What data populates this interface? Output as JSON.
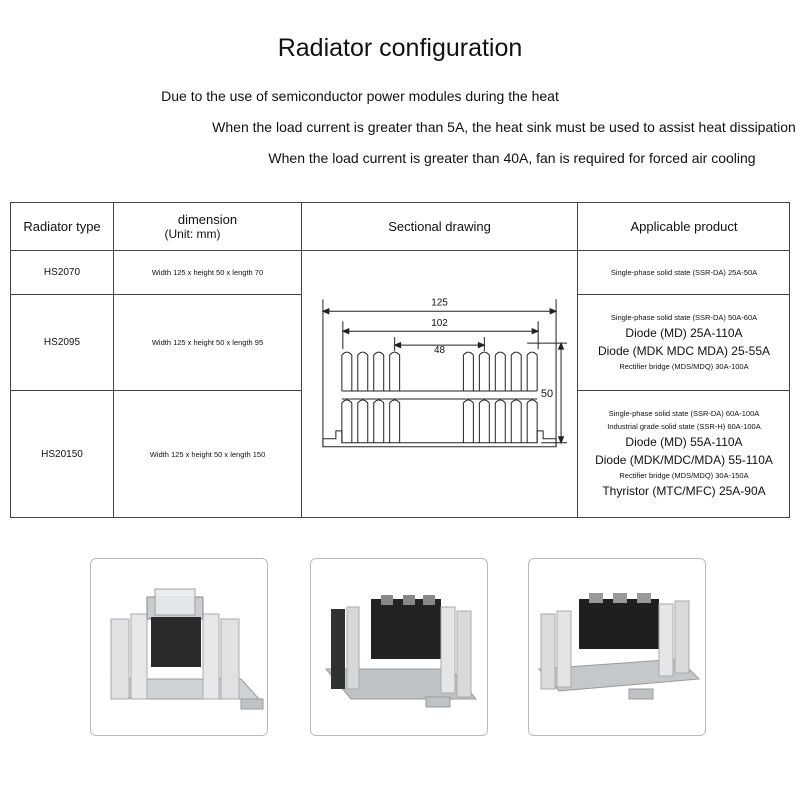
{
  "header": {
    "title": "Radiator configuration",
    "lines": [
      "Due to the use of semiconductor power modules during the heat",
      "When the load current is greater than 5A, the heat sink must be used to assist heat dissipation",
      "When the load current is greater than 40A, fan is required for forced air cooling"
    ]
  },
  "table": {
    "headers": {
      "type": "Radiator type",
      "dimension": "dimension",
      "unit": "(Unit: mm)",
      "drawing": "Sectional drawing",
      "product": "Applicable product"
    },
    "rows": [
      {
        "type": "HS2070",
        "dimension": "Width 125 x height 50 x length 70",
        "products": [
          {
            "text": "Single-phase solid state (SSR-DA) 25A-50A",
            "size": "small"
          }
        ]
      },
      {
        "type": "HS2095",
        "dimension": "Width 125 x height 50 x length 95",
        "products": [
          {
            "text": "Single-phase solid state (SSR-DA) 50A-60A",
            "size": "small"
          },
          {
            "text": "Diode (MD) 25A-110A",
            "size": "big"
          },
          {
            "text": "Diode (MDK MDC MDA) 25-55A",
            "size": "big"
          },
          {
            "text": "Rectifier bridge (MDS/MDQ) 30A-100A",
            "size": "small"
          }
        ]
      },
      {
        "type": "HS20150",
        "dimension": "Width 125 x height 50 x length 150",
        "products": [
          {
            "text": "Single-phase solid state (SSR-DA) 60A-100A",
            "size": "small"
          },
          {
            "text": "Industrial grade solid state (SSR-H) 60A-100A",
            "size": "small"
          },
          {
            "text": "Diode (MD) 55A-110A",
            "size": "big"
          },
          {
            "text": "Diode (MDK/MDC/MDA) 55-110A",
            "size": "big"
          },
          {
            "text": "Rectifier bridge (MDS/MDQ) 30A-150A",
            "size": "small"
          },
          {
            "text": "Thyristor (MTC/MFC) 25A-90A",
            "size": "big"
          }
        ]
      }
    ],
    "drawing": {
      "width_label": "125",
      "inner_label": "102",
      "center_label": "48",
      "height_label": "50"
    }
  },
  "photos": [
    {
      "name": "heatsink-photo-ssr"
    },
    {
      "name": "heatsink-photo-module"
    },
    {
      "name": "heatsink-photo-long"
    }
  ]
}
